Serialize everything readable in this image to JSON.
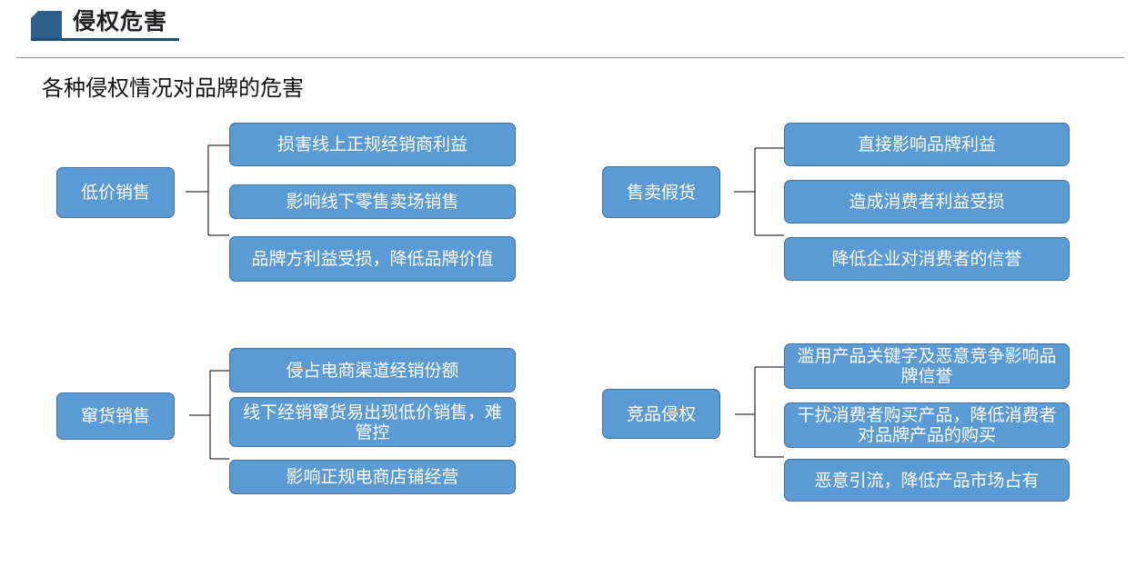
{
  "header": {
    "title": "侵权危害"
  },
  "subtitle": "各种侵权情况对品牌的危害",
  "groups": [
    {
      "label": "低价销售",
      "items": [
        "损害线上正规经销商利益",
        "影响线下零售卖场销售",
        "品牌方利益受损，降低品牌价值"
      ]
    },
    {
      "label": "售卖假货",
      "items": [
        "直接影响品牌利益",
        "造成消费者利益受损",
        "降低企业对消费者的信誉"
      ]
    },
    {
      "label": "窜货销售",
      "items": [
        "侵占电商渠道经销份额",
        "线下经销窜货易出现低价销售，难管控",
        "影响正规电商店铺经营"
      ]
    },
    {
      "label": "竞品侵权",
      "items": [
        "滥用产品关键字及恶意竞争影响品牌信誉",
        "干扰消费者购买产品，降低消费者对品牌产品的购买",
        "恶意引流，降低产品市场占有"
      ]
    }
  ]
}
